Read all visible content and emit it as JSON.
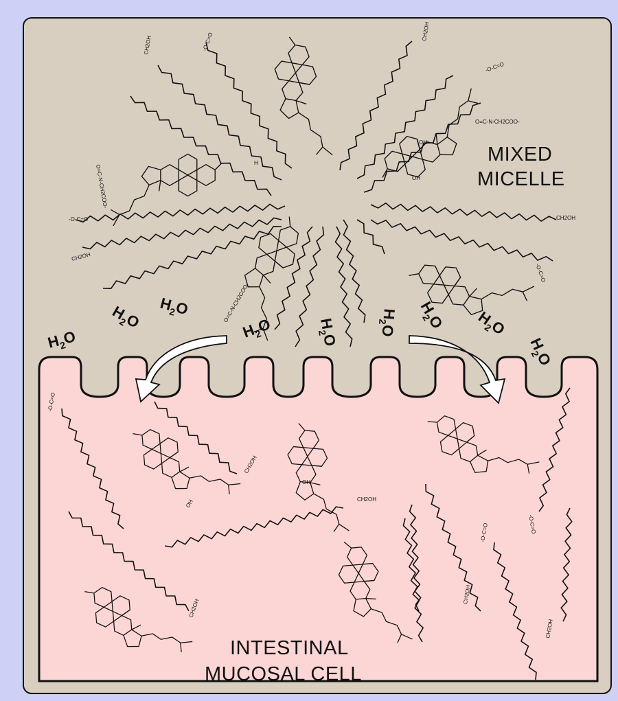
{
  "colors": {
    "page_background": "#cfd0f6",
    "micelle_background": "#d9cfc1",
    "cell_background": "#fbd6d4",
    "line": "#111111",
    "arrow_fill": "#ffffff"
  },
  "labels": {
    "mixed_micelle_line1": "MIXED",
    "mixed_micelle_line2": "MICELLE",
    "intestinal_cell_line1": "INTESTINAL",
    "intestinal_cell_line2": "MUCOSAL CELL"
  },
  "water": {
    "h": "H",
    "sub": "2",
    "o": "O"
  },
  "chem_labels": {
    "carboxylate": "-O-C=O",
    "glycine_conjugate": "O=C-N-CH2COO-",
    "hydroxyl": "OH",
    "glycerol": "CH2OH",
    "hydrogen": "H"
  },
  "icons": [
    "arrow-into-cell-icon",
    "micelle-molecules-icon",
    "absorbed-lipids-icon"
  ]
}
